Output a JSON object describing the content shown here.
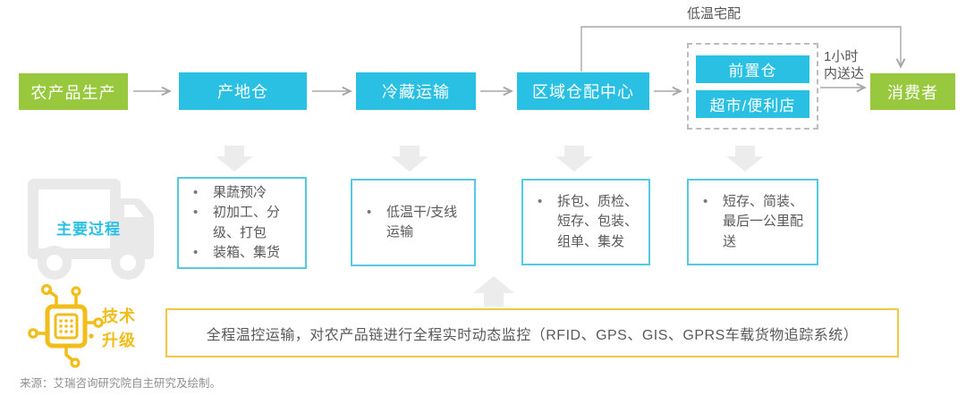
{
  "flow": {
    "nodes": [
      {
        "label": "农产品生产"
      },
      {
        "label": "产地仓"
      },
      {
        "label": "冷藏运输"
      },
      {
        "label": "区域仓配中心"
      },
      {
        "label": "前置仓"
      },
      {
        "label": "超市/便利店"
      },
      {
        "label": "消费者"
      }
    ],
    "bypass_label": "低温宅配",
    "fast_delivery_line1": "1小时",
    "fast_delivery_line2": "内送达"
  },
  "process": {
    "section_label": "主要过程",
    "boxes": [
      {
        "items": [
          "果蔬预冷",
          "初加工、分级、打包",
          "装箱、集货"
        ]
      },
      {
        "items": [
          "低温干/支线运输"
        ]
      },
      {
        "items": [
          "拆包、质检、短存、包装、组单、集发"
        ]
      },
      {
        "items": [
          "短存、简装、最后一公里配送"
        ]
      }
    ]
  },
  "tech": {
    "section_label_line1": "技术",
    "section_label_line2": "升级",
    "description": "全程温控运输，对农产品链进行全程实时动态监控（RFID、GPS、GIS、GPRS车载货物追踪系统）"
  },
  "source": "来源：艾瑞咨询研究院自主研究及绘制。",
  "colors": {
    "green": "#98c83d",
    "cyan": "#2ac0e4",
    "detail_border": "#54c8e4",
    "yellow_border": "#f6c645",
    "gold_icon": "#f2bd19",
    "arrow_gray": "#a8a8a8"
  }
}
